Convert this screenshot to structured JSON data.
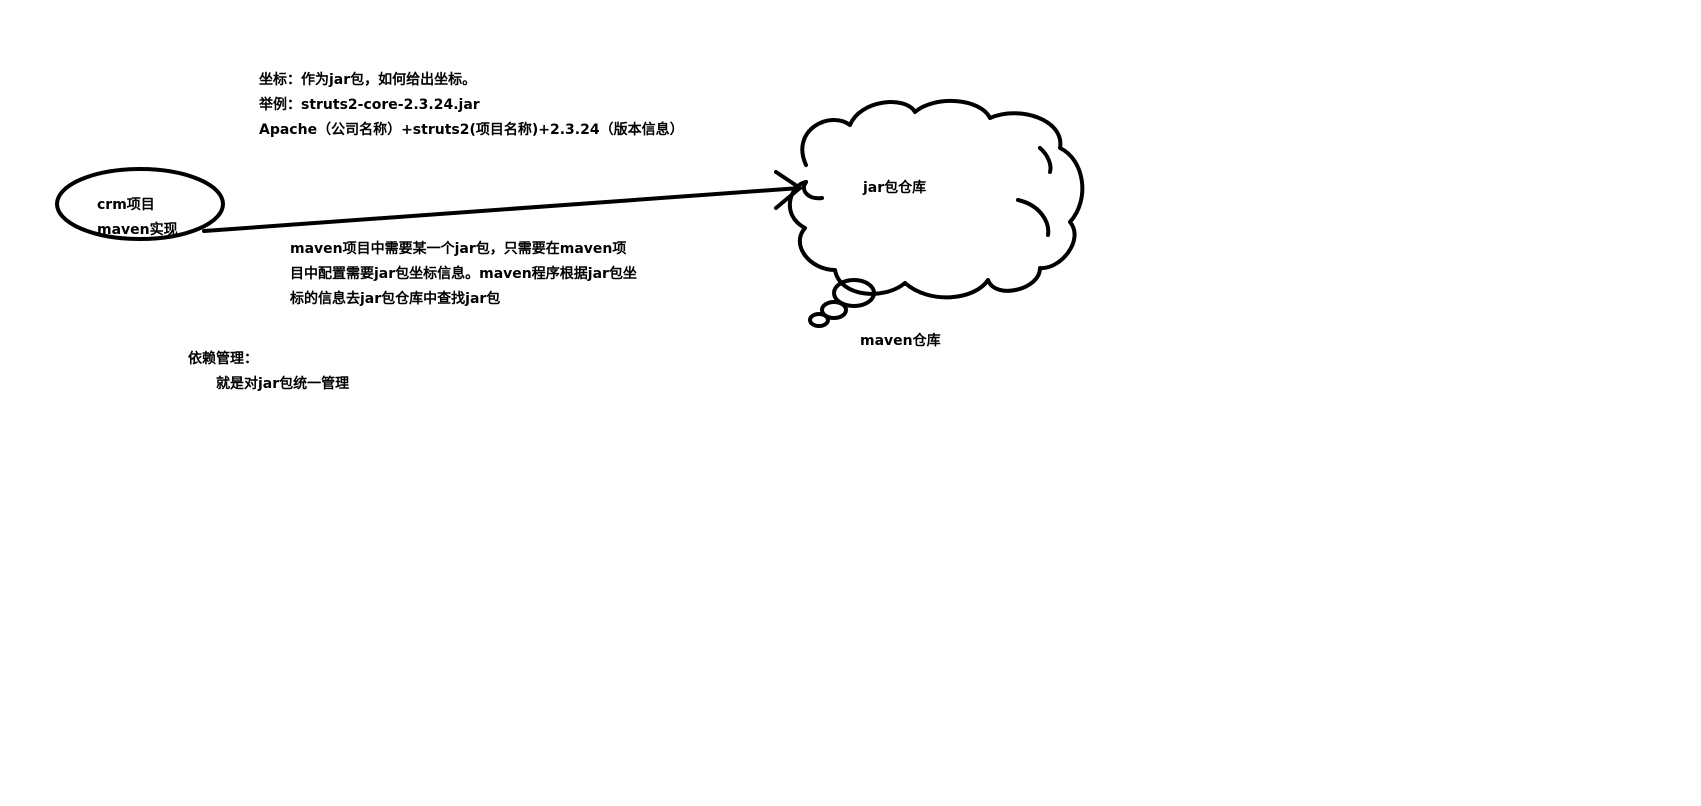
{
  "coordinates_note": {
    "line1": "坐标：作为jar包，如何给出坐标。",
    "line2": "举例：struts2-core-2.3.24.jar",
    "line3": "Apache（公司名称）+struts2(项目名称)+2.3.24（版本信息）"
  },
  "crm_node": {
    "line1": "crm项目",
    "line2": "maven实现"
  },
  "arrow_description": {
    "line1": "maven项目中需要某一个jar包，只需要在maven项",
    "line2": "目中配置需要jar包坐标信息。maven程序根据jar包坐",
    "line3": "标的信息去jar包仓库中查找jar包"
  },
  "cloud": {
    "label": "jar包仓库",
    "caption": "maven仓库"
  },
  "dependency_note": {
    "title": "依赖管理：",
    "description": "就是对jar包统一管理"
  },
  "colors": {
    "stroke": "#000000",
    "background": "#ffffff"
  }
}
